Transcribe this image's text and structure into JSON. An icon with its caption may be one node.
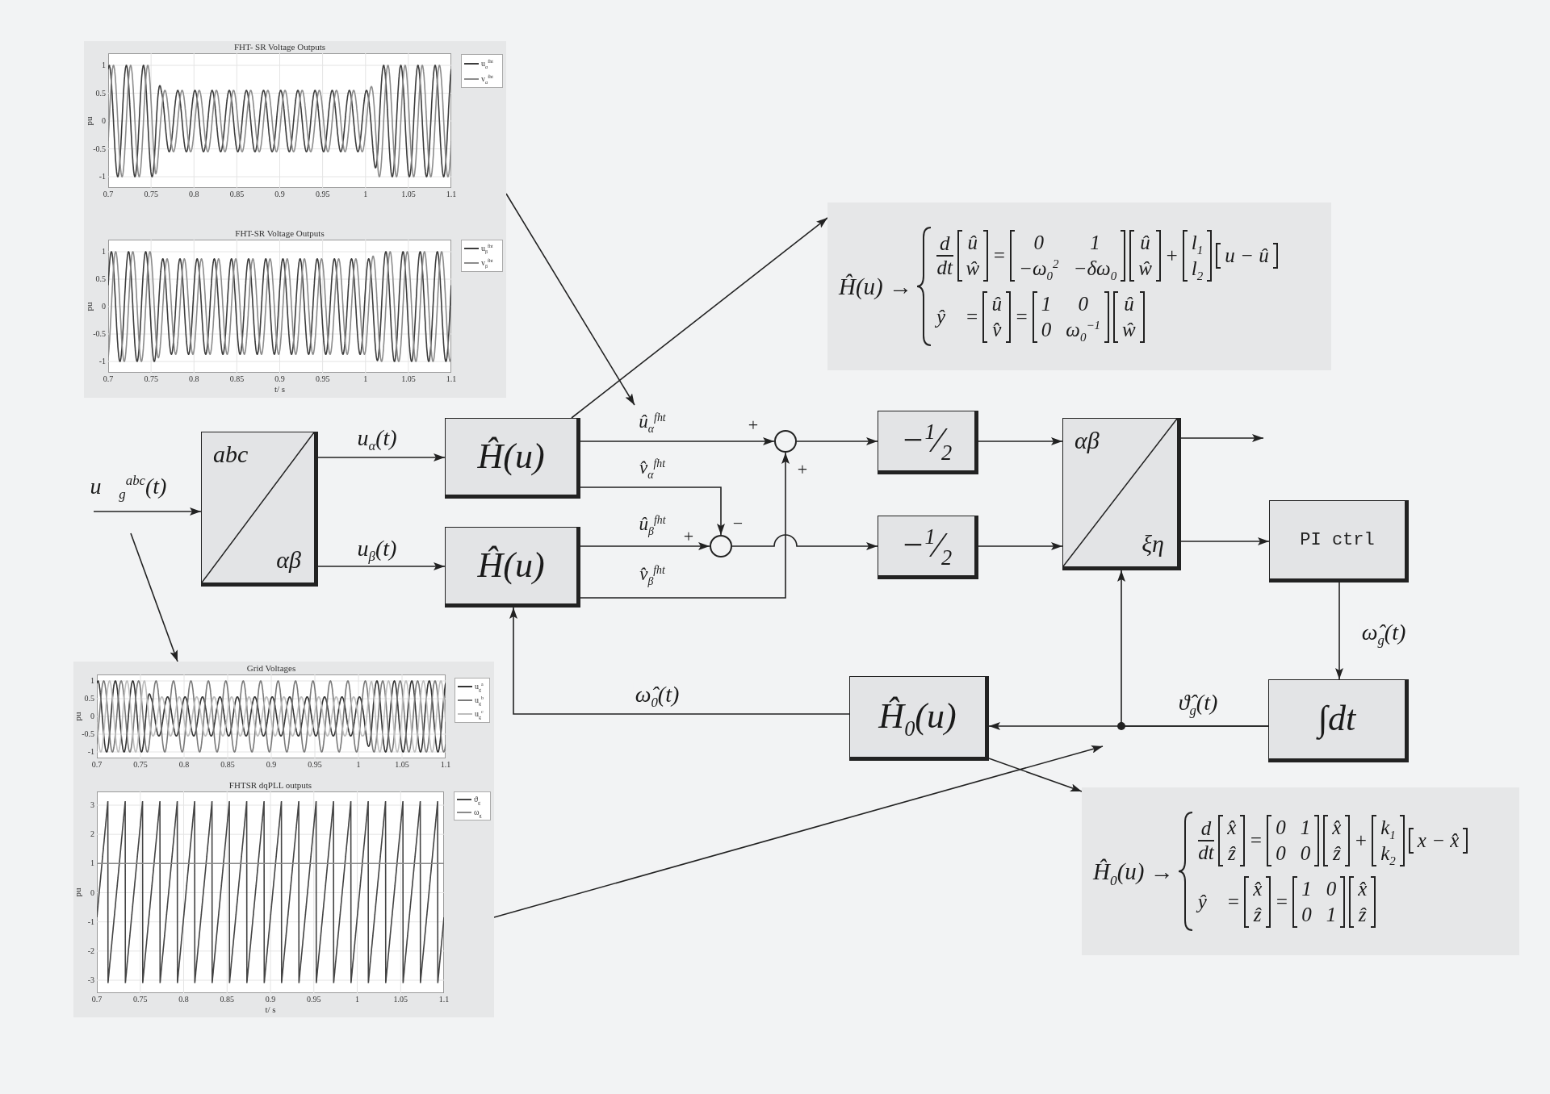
{
  "diagram": {
    "nodes": [
      {
        "text": [
          "FHT- SR Voltage Outputs",
          "pu",
          "1",
          "0.5",
          "0",
          "-0.5",
          "-1",
          "0.7",
          "0.75",
          "0.8",
          "0.85",
          "0.9",
          "0.95",
          "1",
          "1.05",
          "1.1",
          "FHT-SR Voltage Outputs",
          "pu",
          "1",
          "0.5",
          "0",
          "-0.5",
          "-1",
          "0.7",
          "0.75",
          "0.8",
          "0.85",
          "0.9",
          "0.95",
          "1",
          "1.05",
          "1.1",
          "t/ s"
        ]
      },
      {
        "text": [
          "Ĥ(u) →",
          "d",
          "dt",
          "û",
          "ŵ",
          "=",
          "0",
          "1",
          "−ω$_{0}$$^{2}$",
          "−δω$_{0}$",
          "û",
          "ŵ",
          "+",
          "l$_{1}$",
          "l$_{2}$",
          "u − û",
          "ŷ⃗",
          "=",
          "û",
          "v̂",
          "=",
          "1",
          "0",
          "0",
          "ω$_{0}$$^{−1}$",
          "û",
          "ŵ"
        ]
      },
      {
        "text": [
          "abc",
          "αβ"
        ]
      },
      {
        "text": [
          "Ĥ(u)"
        ]
      },
      {
        "text": [
          "Ĥ(u)"
        ]
      },
      {
        "text": [],
        "shape": "circle"
      },
      {
        "text": [],
        "shape": "circle"
      },
      {
        "text": [
          "−$^{1}$⁄$_{2}$"
        ]
      },
      {
        "text": [
          "−$^{1}$⁄$_{2}$"
        ]
      },
      {
        "text": [
          "αβ",
          "ξη"
        ]
      },
      {
        "text": [
          "PI ctrl"
        ]
      },
      {
        "text": [
          "Ĥ$_{0}$(u)"
        ]
      },
      {
        "text": [
          "∫dt"
        ]
      },
      {
        "text": [
          "Grid Voltages",
          "pu",
          "1",
          "0.5",
          "0",
          "-0.5",
          "-1",
          "0.7",
          "0.75",
          "0.8",
          "0.85",
          "0.9",
          "0.95",
          "1",
          "1.05",
          "1.1",
          "FHTSR dqPLL outputs",
          "pu",
          "3",
          "2",
          "1",
          "0",
          "-1",
          "-2",
          "-3",
          "0.7",
          "0.75",
          "0.8",
          "0.85",
          "0.9",
          "0.95",
          "1",
          "1.05",
          "1.1",
          "t/ s"
        ]
      },
      {
        "text": [
          "Ĥ$_{0}$(u) →",
          "d",
          "dt",
          "x̂",
          "ẑ",
          "=",
          "0",
          "1",
          "0",
          "0",
          "x̂",
          "ẑ",
          "+",
          "k$_{1}$",
          "k$_{2}$",
          "x − x̂",
          "ŷ⃗",
          "=",
          "x̂",
          "ẑ",
          "=",
          "1",
          "0",
          "0",
          "1",
          "x̂",
          "ẑ"
        ]
      }
    ],
    "edges": [
      {
        "from": null,
        "to": 2,
        "arrow": "to",
        "label": "u⃗$_{g}$$^{abc}$(t)"
      },
      {
        "from": 2,
        "to": 3,
        "arrow": "to",
        "label": "u$_{α}$(t)"
      },
      {
        "from": 2,
        "to": 4,
        "arrow": "to",
        "label": "u$_{β}$(t)"
      },
      {
        "from": 3,
        "to": 5,
        "arrow": "to",
        "label": "û$_{α}$$^{fht}$"
      },
      {
        "from": 3,
        "to": 6,
        "arrow": "to",
        "label": "v̂$_{α}$$^{fht}$"
      },
      {
        "from": 4,
        "to": 6,
        "arrow": "to",
        "label": "û$_{β}$$^{fht}$"
      },
      {
        "from": 4,
        "to": 5,
        "arrow": "to",
        "label": "v̂$_{β}$$^{fht}$"
      },
      {
        "from": 5,
        "to": 7,
        "arrow": "to"
      },
      {
        "from": 6,
        "to": 8,
        "arrow": "to"
      },
      {
        "from": 7,
        "to": 9,
        "arrow": "to"
      },
      {
        "from": 8,
        "to": 9,
        "arrow": "to"
      },
      {
        "from": 9,
        "to": null,
        "arrow": "to"
      },
      {
        "from": 9,
        "to": 10,
        "arrow": "to"
      },
      {
        "from": 10,
        "to": 12,
        "arrow": "to",
        "label": "ω̂$_{g}$(t)"
      },
      {
        "from": 12,
        "to": 11,
        "arrow": "to",
        "label": "ϑ̂$_{g}$(t)"
      },
      {
        "from": 12,
        "to": 9,
        "arrow": "to"
      },
      {
        "from": 11,
        "to": 4,
        "arrow": "to",
        "label": "ω̂$_{0}$(t)"
      },
      {
        "from": 3,
        "to": 1,
        "arrow": "to"
      },
      {
        "from": 11,
        "to": 14,
        "arrow": "to"
      },
      {
        "from": 0,
        "to": null,
        "arrow": "to"
      },
      {
        "from": null,
        "to": 13,
        "arrow": "to"
      },
      {
        "from": 13,
        "to": null,
        "arrow": "to"
      }
    ],
    "labels": [
      "+",
      "+",
      "−",
      "+"
    ],
    "legend": [
      {
        "text": "u$_{α}$$^{fht}$"
      },
      {
        "text": "v$_{α}$$^{fht}$"
      },
      {
        "text": "u$_{β}$$^{fht}$"
      },
      {
        "text": "v$_{β}$$^{fht}$"
      },
      {
        "text": "u$_{g}$$^{a}$"
      },
      {
        "text": "u$_{g}$$^{b}$"
      },
      {
        "text": "u$_{g}$$^{c}$"
      },
      {
        "text": "ϑ$_{g}$"
      },
      {
        "text": "ω$_{g}$"
      }
    ]
  }
}
